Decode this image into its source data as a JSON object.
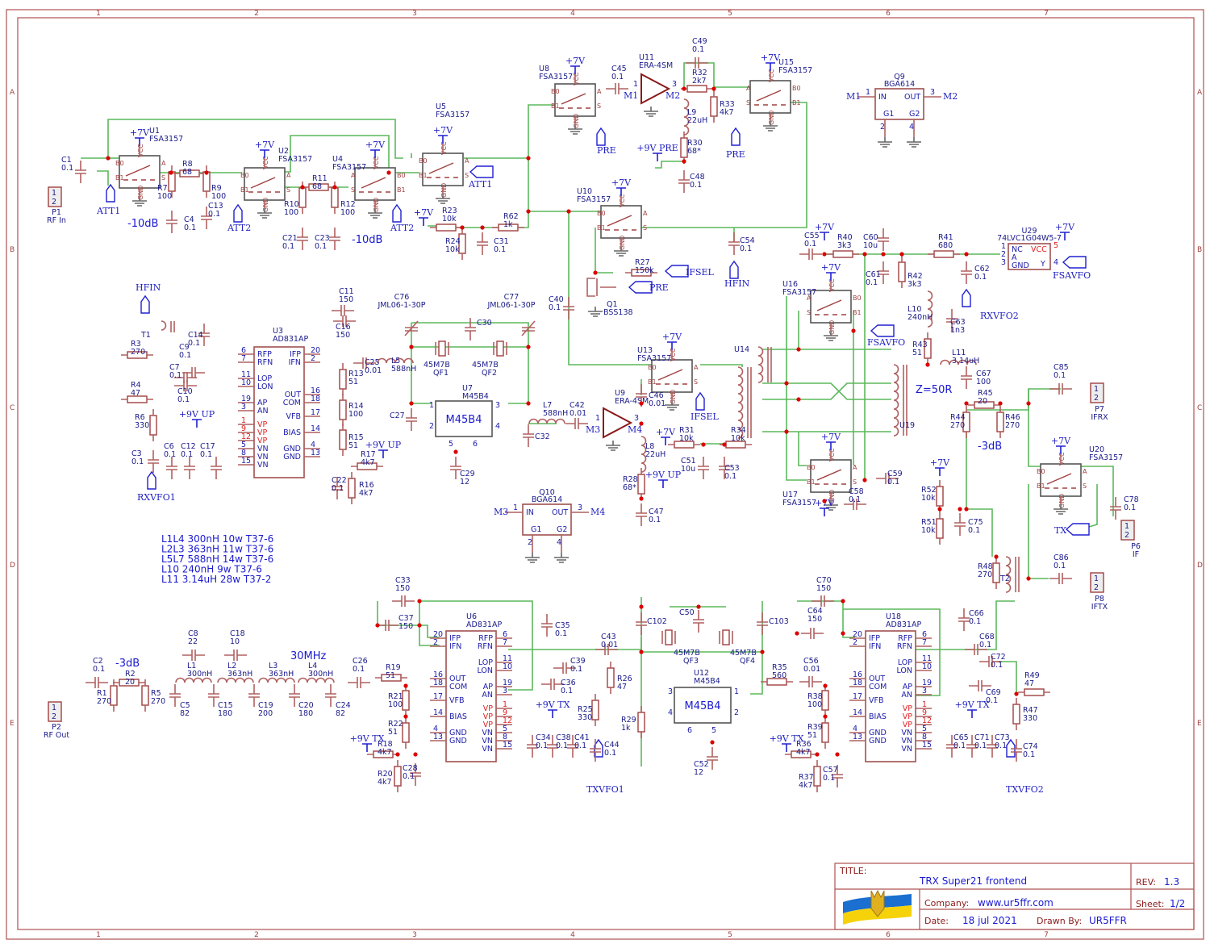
{
  "title_block": {
    "title_label": "TITLE:",
    "title": "TRX Super21 frontend",
    "rev_label": "REV:",
    "rev": "1.3",
    "company_label": "Company:",
    "company": "www.ur5ffr.com",
    "sheet_label": "Sheet:",
    "sheet": "1/2",
    "date_label": "Date:",
    "date": "18 jul 2021",
    "drawn_label": "Drawn By:",
    "drawn_by": "UR5FFR"
  },
  "grid": {
    "columns": [
      "1",
      "2",
      "3",
      "4",
      "5",
      "6",
      "7"
    ],
    "rows": [
      "A",
      "B",
      "C",
      "D",
      "E"
    ]
  },
  "notes": {
    "coil_table": [
      "L1L4 300nH 10w T37-6",
      "L2L3 363nH 11w T37-6",
      "L5L7 588nH 14w T37-6",
      "L10 240nH 9w T37-6",
      "L11 3.14uH 28w T37-2"
    ],
    "att1": "-10dB",
    "att2": "-10dB",
    "att_out": "-3dB",
    "att_if": "-3dB",
    "lpf": "30MHz",
    "impedance": "Z=50R"
  },
  "connectors": {
    "p1": {
      "ref": "P1",
      "name": "RF In",
      "pins": [
        "1",
        "2"
      ]
    },
    "p2": {
      "ref": "P2",
      "name": "RF Out",
      "pins": [
        "1",
        "2"
      ]
    },
    "p6": {
      "ref": "P6",
      "name": "IF",
      "pins": [
        "1",
        "2"
      ]
    },
    "p7": {
      "ref": "P7",
      "name": "IFRX",
      "pins": [
        "1",
        "2"
      ]
    },
    "p8": {
      "ref": "P8",
      "name": "IFTX",
      "pins": [
        "1",
        "2"
      ]
    }
  },
  "switches": [
    {
      "ref": "U1",
      "part": "FSA3157"
    },
    {
      "ref": "U2",
      "part": "FSA3157"
    },
    {
      "ref": "U4",
      "part": "FSA3157"
    },
    {
      "ref": "U5",
      "part": "FSA3157"
    },
    {
      "ref": "U8",
      "part": "FSA3157"
    },
    {
      "ref": "U15",
      "part": "FSA3157"
    },
    {
      "ref": "U10",
      "part": "FSA3157"
    },
    {
      "ref": "U13",
      "part": "FSA3157"
    },
    {
      "ref": "U16",
      "part": "FSA3157"
    },
    {
      "ref": "U17",
      "part": "FSA3157"
    },
    {
      "ref": "U20",
      "part": "FSA3157"
    }
  ],
  "switch_pins": {
    "a": "A",
    "b0": "B0",
    "b1": "B1",
    "s": "S",
    "vcc": "VCC",
    "gnd": "GND"
  },
  "amps": [
    {
      "ref": "U11",
      "part": "ERA-4SM",
      "in": "M1",
      "out": "M2"
    },
    {
      "ref": "U9",
      "part": "ERA-4SM",
      "in": "M3",
      "out": "M4"
    }
  ],
  "bga": [
    {
      "ref": "Q9",
      "part": "BGA614",
      "in_net": "M1",
      "out_net": "M2"
    },
    {
      "ref": "Q10",
      "part": "BGA614",
      "in_net": "M3",
      "out_net": "M4"
    }
  ],
  "bga_pins": {
    "in": "IN",
    "out": "OUT",
    "g1": "G1",
    "g2": "G2",
    "p1": "1",
    "p2": "2",
    "p3": "3",
    "p4": "4"
  },
  "mixers": [
    {
      "ref": "U3",
      "part": "AD831AP"
    },
    {
      "ref": "U6",
      "part": "AD831AP"
    },
    {
      "ref": "U18",
      "part": "AD831AP"
    }
  ],
  "mixer_pins": {
    "left": [
      [
        "20",
        "IFP"
      ],
      [
        "2",
        "IFN"
      ],
      [
        "16",
        "OUT"
      ],
      [
        "18",
        "COM"
      ],
      [
        "17",
        "VFB"
      ],
      [
        "14",
        "BIAS"
      ],
      [
        "4",
        "GND"
      ],
      [
        "13",
        "GND"
      ]
    ],
    "right": [
      [
        "6",
        "RFP"
      ],
      [
        "7",
        "RFN"
      ],
      [
        "11",
        "LOP"
      ],
      [
        "10",
        "LON"
      ],
      [
        "19",
        "AP"
      ],
      [
        "3",
        "AN"
      ],
      [
        "1",
        "VP"
      ],
      [
        "9",
        "VP"
      ],
      [
        "12",
        "VP"
      ],
      [
        "5",
        "VN"
      ],
      [
        "8",
        "VN"
      ],
      [
        "15",
        "VN"
      ]
    ],
    "u3_left": [
      [
        "6",
        "RFP"
      ],
      [
        "7",
        "RFN"
      ],
      [
        "11",
        "LOP"
      ],
      [
        "10",
        "LON"
      ],
      [
        "19",
        "AP"
      ],
      [
        "3",
        "AN"
      ],
      [
        "1",
        "VP"
      ],
      [
        "9",
        "VP"
      ],
      [
        "12",
        "VP"
      ],
      [
        "5",
        "VN"
      ],
      [
        "8",
        "VN"
      ],
      [
        "15",
        "VN"
      ]
    ],
    "u3_right": [
      [
        "20",
        "IFP"
      ],
      [
        "2",
        "IFN"
      ],
      [
        "16",
        "OUT"
      ],
      [
        "18",
        "COM"
      ],
      [
        "17",
        "VFB"
      ],
      [
        "14",
        "BIAS"
      ],
      [
        "4",
        "GND"
      ],
      [
        "13",
        "GND"
      ]
    ]
  },
  "filters": [
    {
      "ref": "U7",
      "part": "M45B4",
      "label": "M45B4",
      "pins": [
        "1",
        "2",
        "3",
        "4",
        "5",
        "6"
      ]
    },
    {
      "ref": "U12",
      "part": "M45B4",
      "label": "M45B4",
      "pins": [
        "3",
        "4",
        "1",
        "2",
        "6",
        "5"
      ]
    }
  ],
  "crystals": [
    {
      "ref": "QF1",
      "part": "45M7B"
    },
    {
      "ref": "QF2",
      "part": "45M7B"
    },
    {
      "ref": "QF3",
      "part": "45M7B"
    },
    {
      "ref": "QF4",
      "part": "45M7B"
    }
  ],
  "inverter": {
    "ref": "U29",
    "part": "74LVC1G04W5-7",
    "pins": [
      [
        "1",
        "NC"
      ],
      [
        "2",
        "A"
      ],
      [
        "3",
        "GND"
      ],
      [
        "5",
        "VCC"
      ],
      [
        "4",
        "Y"
      ]
    ]
  },
  "mosfet": {
    "ref": "Q1",
    "part": "BSS138"
  },
  "transformers": [
    {
      "ref": "T1"
    },
    {
      "ref": "T2"
    },
    {
      "ref": "U14"
    },
    {
      "ref": "U19"
    }
  ],
  "trimmers": [
    {
      "ref": "C76",
      "part": "JML06-1-30P"
    },
    {
      "ref": "C77",
      "part": "JML06-1-30P"
    }
  ],
  "resistors": [
    {
      "ref": "R1",
      "val": "270"
    },
    {
      "ref": "R2",
      "val": "20"
    },
    {
      "ref": "R3",
      "val": "270"
    },
    {
      "ref": "R4",
      "val": "47"
    },
    {
      "ref": "R5",
      "val": "270"
    },
    {
      "ref": "R6",
      "val": "330"
    },
    {
      "ref": "R7",
      "val": "100"
    },
    {
      "ref": "R8",
      "val": "68"
    },
    {
      "ref": "R9",
      "val": "100"
    },
    {
      "ref": "R10",
      "val": "100"
    },
    {
      "ref": "R11",
      "val": "68"
    },
    {
      "ref": "R12",
      "val": "100"
    },
    {
      "ref": "R13",
      "val": "51"
    },
    {
      "ref": "R14",
      "val": "100"
    },
    {
      "ref": "R15",
      "val": "51"
    },
    {
      "ref": "R16",
      "val": "4k7"
    },
    {
      "ref": "R17",
      "val": "4k7"
    },
    {
      "ref": "R18",
      "val": "4k7"
    },
    {
      "ref": "R19",
      "val": "51"
    },
    {
      "ref": "R20",
      "val": "4k7"
    },
    {
      "ref": "R21",
      "val": "100"
    },
    {
      "ref": "R22",
      "val": "51"
    },
    {
      "ref": "R23",
      "val": "10k"
    },
    {
      "ref": "R24",
      "val": "10k"
    },
    {
      "ref": "R25",
      "val": "330"
    },
    {
      "ref": "R26",
      "val": "47"
    },
    {
      "ref": "R27",
      "val": "150k"
    },
    {
      "ref": "R28",
      "val": "68*"
    },
    {
      "ref": "R29",
      "val": "1k"
    },
    {
      "ref": "R30",
      "val": "68*"
    },
    {
      "ref": "R31",
      "val": "10k"
    },
    {
      "ref": "R32",
      "val": "2k7"
    },
    {
      "ref": "R33",
      "val": "4k7"
    },
    {
      "ref": "R34",
      "val": "10k"
    },
    {
      "ref": "R35",
      "val": "560"
    },
    {
      "ref": "R36",
      "val": "4k7"
    },
    {
      "ref": "R37",
      "val": "4k7"
    },
    {
      "ref": "R38",
      "val": "100"
    },
    {
      "ref": "R39",
      "val": "51"
    },
    {
      "ref": "R40",
      "val": "3k3"
    },
    {
      "ref": "R41",
      "val": "680"
    },
    {
      "ref": "R42",
      "val": "3k3"
    },
    {
      "ref": "R43",
      "val": "51"
    },
    {
      "ref": "R44",
      "val": "270"
    },
    {
      "ref": "R45",
      "val": "20"
    },
    {
      "ref": "R46",
      "val": "270"
    },
    {
      "ref": "R47",
      "val": "330"
    },
    {
      "ref": "R48",
      "val": "270"
    },
    {
      "ref": "R49",
      "val": "47"
    },
    {
      "ref": "R51",
      "val": "10k"
    },
    {
      "ref": "R52",
      "val": "10k"
    },
    {
      "ref": "R62",
      "val": "1k"
    }
  ],
  "capacitors": [
    {
      "ref": "C1",
      "val": "0.1"
    },
    {
      "ref": "C2",
      "val": "0.1"
    },
    {
      "ref": "C3",
      "val": "0.1"
    },
    {
      "ref": "C4",
      "val": "0.1"
    },
    {
      "ref": "C5",
      "val": "82"
    },
    {
      "ref": "C6",
      "val": "0.1"
    },
    {
      "ref": "C7",
      "val": "0.1"
    },
    {
      "ref": "C8",
      "val": "22"
    },
    {
      "ref": "C9",
      "val": "0.1"
    },
    {
      "ref": "C10",
      "val": "0.1"
    },
    {
      "ref": "C11",
      "val": "150"
    },
    {
      "ref": "C12",
      "val": "0.1"
    },
    {
      "ref": "C13",
      "val": "0.1"
    },
    {
      "ref": "C14",
      "val": "0.1"
    },
    {
      "ref": "C15",
      "val": "180"
    },
    {
      "ref": "C16",
      "val": "150"
    },
    {
      "ref": "C17",
      "val": "0.1"
    },
    {
      "ref": "C18",
      "val": "10"
    },
    {
      "ref": "C19",
      "val": "200"
    },
    {
      "ref": "C20",
      "val": "180"
    },
    {
      "ref": "C21",
      "val": "0.1"
    },
    {
      "ref": "C22",
      "val": "0.1"
    },
    {
      "ref": "C23",
      "val": "0.1"
    },
    {
      "ref": "C24",
      "val": "82"
    },
    {
      "ref": "C25",
      "val": "0.01"
    },
    {
      "ref": "C26",
      "val": "0.1"
    },
    {
      "ref": "C27",
      "val": ""
    },
    {
      "ref": "C28",
      "val": "0.1"
    },
    {
      "ref": "C29",
      "val": "12"
    },
    {
      "ref": "C30",
      "val": ""
    },
    {
      "ref": "C31",
      "val": "0.1"
    },
    {
      "ref": "C32",
      "val": ""
    },
    {
      "ref": "C33",
      "val": "150"
    },
    {
      "ref": "C34",
      "val": "0.1"
    },
    {
      "ref": "C35",
      "val": "0.1"
    },
    {
      "ref": "C36",
      "val": "0.1"
    },
    {
      "ref": "C37",
      "val": "150"
    },
    {
      "ref": "C38",
      "val": "0.1"
    },
    {
      "ref": "C39",
      "val": "0.1"
    },
    {
      "ref": "C40",
      "val": "0.1"
    },
    {
      "ref": "C41",
      "val": "0.1"
    },
    {
      "ref": "C42",
      "val": "0.01"
    },
    {
      "ref": "C43",
      "val": "0.01"
    },
    {
      "ref": "C44",
      "val": "0.1"
    },
    {
      "ref": "C45",
      "val": "0.1"
    },
    {
      "ref": "C46",
      "val": "0.01"
    },
    {
      "ref": "C47",
      "val": "0.1"
    },
    {
      "ref": "C48",
      "val": "0.1"
    },
    {
      "ref": "C49",
      "val": "0.1"
    },
    {
      "ref": "C50",
      "val": ""
    },
    {
      "ref": "C51",
      "val": "10u"
    },
    {
      "ref": "C52",
      "val": "12"
    },
    {
      "ref": "C53",
      "val": "0.1"
    },
    {
      "ref": "C54",
      "val": "0.1"
    },
    {
      "ref": "C55",
      "val": "0.1"
    },
    {
      "ref": "C56",
      "val": "0.01"
    },
    {
      "ref": "C57",
      "val": "0.1"
    },
    {
      "ref": "C58",
      "val": "0.1"
    },
    {
      "ref": "C59",
      "val": "0.1"
    },
    {
      "ref": "C60",
      "val": "10u"
    },
    {
      "ref": "C61",
      "val": "0.1"
    },
    {
      "ref": "C62",
      "val": "0.1"
    },
    {
      "ref": "C63",
      "val": "1n3"
    },
    {
      "ref": "C64",
      "val": "150"
    },
    {
      "ref": "C65",
      "val": "0.1"
    },
    {
      "ref": "C66",
      "val": "0.1"
    },
    {
      "ref": "C67",
      "val": "100"
    },
    {
      "ref": "C68",
      "val": "0.1"
    },
    {
      "ref": "C69",
      "val": "0.1"
    },
    {
      "ref": "C70",
      "val": "150"
    },
    {
      "ref": "C71",
      "val": "0.1"
    },
    {
      "ref": "C72",
      "val": "0.1"
    },
    {
      "ref": "C73",
      "val": "0.1"
    },
    {
      "ref": "C74",
      "val": "0.1"
    },
    {
      "ref": "C75",
      "val": "0.1"
    },
    {
      "ref": "C78",
      "val": "0.1"
    },
    {
      "ref": "C85",
      "val": "0.1"
    },
    {
      "ref": "C86",
      "val": "0.1"
    },
    {
      "ref": "C102",
      "val": ""
    },
    {
      "ref": "C103",
      "val": ""
    }
  ],
  "inductors": [
    {
      "ref": "L1",
      "val": "300nH"
    },
    {
      "ref": "L2",
      "val": "363nH"
    },
    {
      "ref": "L3",
      "val": "363nH"
    },
    {
      "ref": "L4",
      "val": "300nH"
    },
    {
      "ref": "L5",
      "val": "588nH"
    },
    {
      "ref": "L7",
      "val": "588nH"
    },
    {
      "ref": "L8",
      "val": "22uH"
    },
    {
      "ref": "L9",
      "val": "22uH"
    },
    {
      "ref": "L10",
      "val": "240nH"
    },
    {
      "ref": "L11",
      "val": "3.14uH"
    }
  ],
  "net_labels": {
    "att1": "ATT1",
    "att2": "ATT2",
    "pre": "PRE",
    "ifsel": "IFSEL",
    "hfin": "HFIN",
    "rxvfo1": "RXVFO1",
    "rxvfo2": "RXVFO2",
    "txvfo1": "TXVFO1",
    "txvfo2": "TXVFO2",
    "fsavfo": "FSAVFO",
    "tx": "TX"
  },
  "power": {
    "p7v": "+7V",
    "p9v_pre": "+9V PRE",
    "p9v_up": "+9V UP",
    "p9v_tx": "+9V TX"
  }
}
